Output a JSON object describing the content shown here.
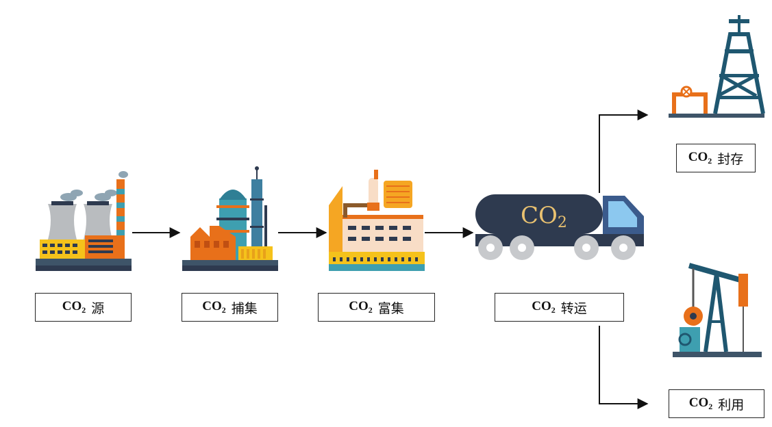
{
  "nodes": [
    {
      "id": "source",
      "chem": "CO",
      "sub": "2",
      "word": "源"
    },
    {
      "id": "capture",
      "chem": "CO",
      "sub": "2",
      "word": "捕集"
    },
    {
      "id": "enrich",
      "chem": "CO",
      "sub": "2",
      "word": "富集"
    },
    {
      "id": "transport",
      "chem": "CO",
      "sub": "2",
      "word": "转运"
    },
    {
      "id": "storage",
      "chem": "CO",
      "sub": "2",
      "word": "封存"
    },
    {
      "id": "utilize",
      "chem": "CO",
      "sub": "2",
      "word": "利用"
    }
  ],
  "truck": {
    "label": "CO",
    "sub": "2"
  },
  "icons": [
    "power-plant-icon",
    "capture-plant-icon",
    "enrichment-factory-icon",
    "tanker-truck-icon",
    "drilling-rig-icon",
    "pumpjack-icon"
  ],
  "colors": {
    "navy": "#2e3a4f",
    "orange": "#e8701a",
    "yellow": "#f5c21b",
    "teal": "#3e9fb0",
    "gray": "#9aa3ad",
    "cyan": "#7ec9e8"
  }
}
